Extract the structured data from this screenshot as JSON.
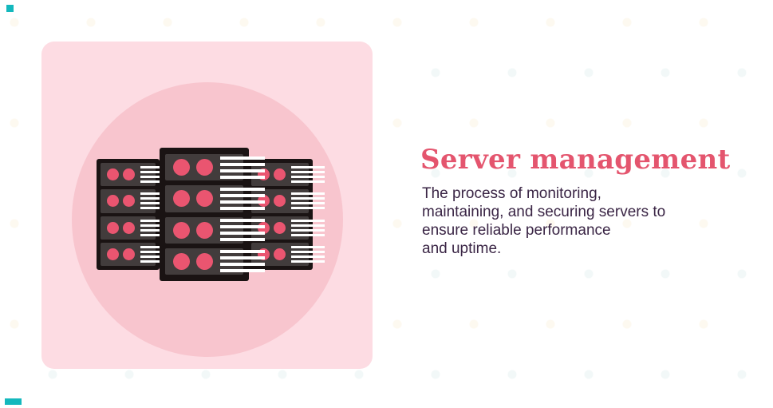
{
  "colors": {
    "accent": "#e4556e",
    "body": "#3a2545",
    "teal": "#14b8bd",
    "card": "#fddce3",
    "circle": "#f8c5ce",
    "frame": "#1a1313",
    "panel": "#423c3c",
    "led": "#ea5570",
    "stripe": "#ffffff",
    "dot-a": "#f2f8f8",
    "dot-b": "#fdf9f0"
  },
  "content": {
    "title": "Server management",
    "description": "The process of monitoring,\nmaintaining, and securing servers to\nensure reliable performance\nand uptime."
  },
  "illustration": {
    "name": "server-racks-illustration",
    "racks": 3,
    "rows_per_rack": 4,
    "leds_per_row": 2,
    "stripes_per_row": 4
  }
}
